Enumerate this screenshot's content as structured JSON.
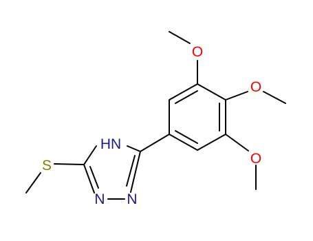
{
  "colors": {
    "bond": "#000000",
    "oxygen": "#ff0000",
    "sulfur": "#808000",
    "nitrogen": "#1a1a8c"
  },
  "atoms": {
    "o_top": "O",
    "o_mid": "O",
    "o_bottom": "O",
    "sulfur": "S",
    "nh": "HN",
    "n3": "N",
    "n2": "N"
  }
}
